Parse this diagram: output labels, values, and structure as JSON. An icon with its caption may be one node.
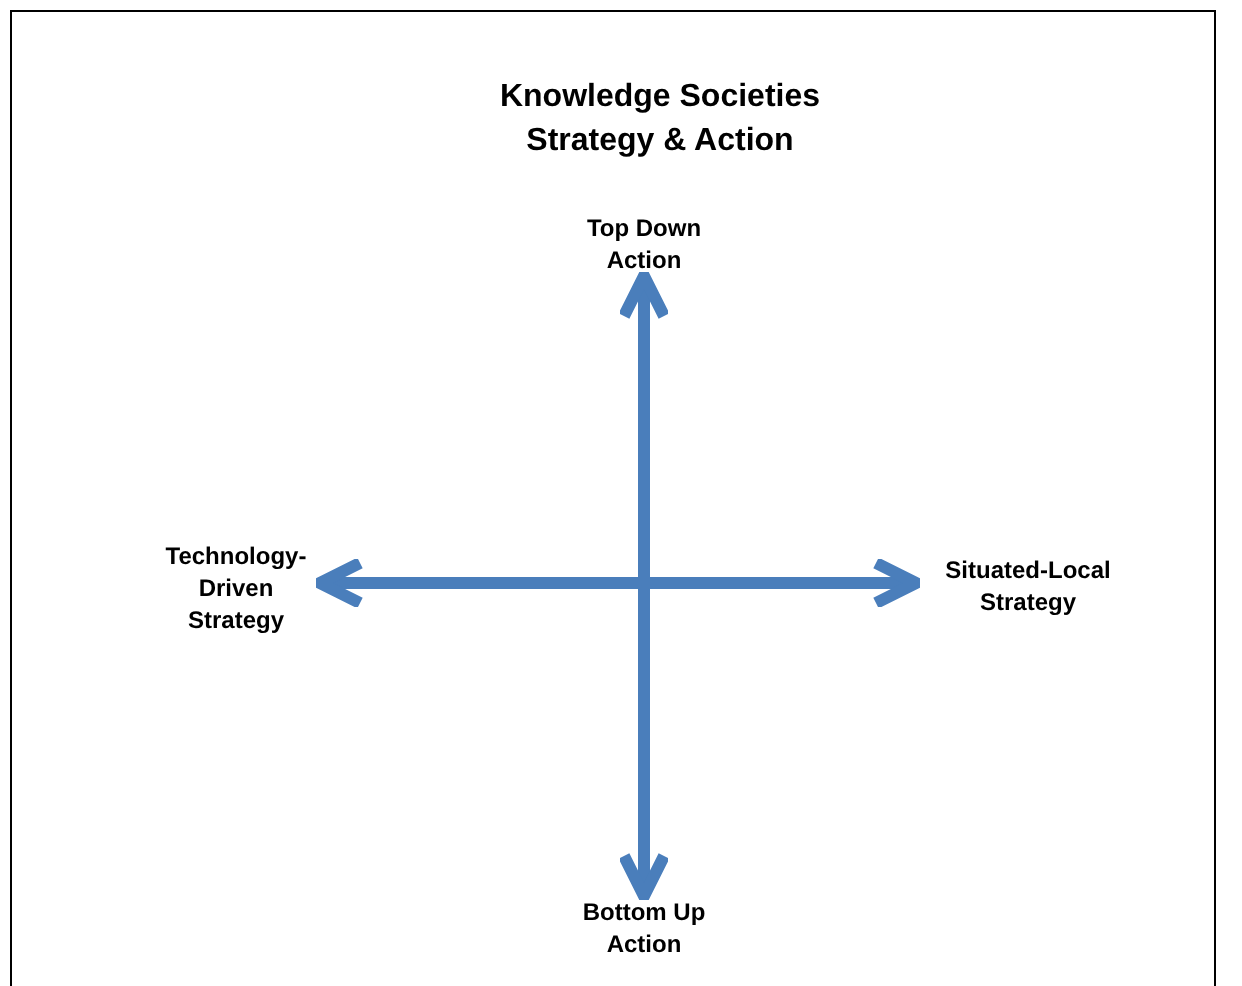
{
  "diagram": {
    "title": "Knowledge Societies Strategy & Action",
    "nodes": [
      {
        "text": [
          "Top Down Action"
        ]
      },
      {
        "text": [
          "Bottom Up Action"
        ]
      },
      {
        "text": [
          "Technology-Driven Strategy"
        ]
      },
      {
        "text": [
          "Situated-Local Strategy"
        ]
      }
    ],
    "edges": [
      {
        "from": 0,
        "to": 1,
        "arrow": "both"
      },
      {
        "from": 2,
        "to": 3,
        "arrow": "both"
      }
    ]
  }
}
